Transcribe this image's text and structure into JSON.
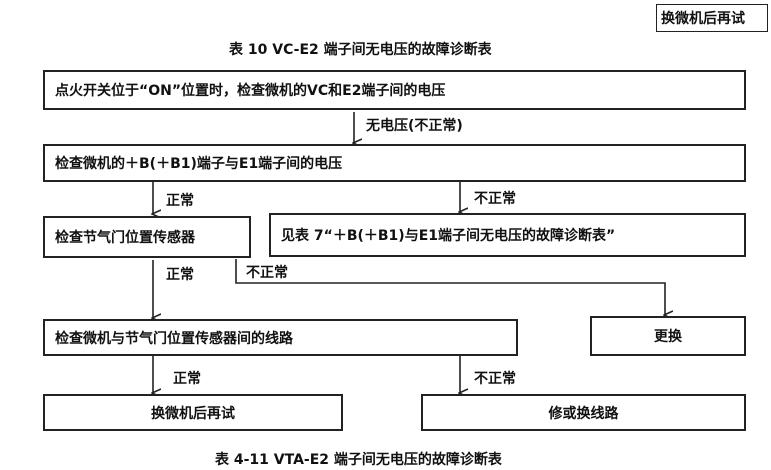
{
  "top_tag": "换微机后再试",
  "top_title": "表 10    VC-E2 端子间无电压的故障诊断表",
  "bottom_title": "表 4-11    VTA-E2 端子间无电压的故障诊断表",
  "boxes": {
    "start": "点火开关位于“ON”位置时，检查微机的VC和E2端子间的电压",
    "check_b1": "检查微机的＋B(＋B1)端子与E1端子间的电压",
    "check_sensor": "检查节气门位置传感器",
    "see_table7": "见表 7“＋B(＋B1)与E1端子间无电压的故障诊断表”",
    "check_wiring": "检查微机与节气门位置传感器间的线路",
    "replace": "更换",
    "retry_ecu": "换微机后再试",
    "repair_wiring": "修或换线路"
  },
  "labels": {
    "no_voltage": "无电压(不正常)",
    "normal_1": "正常",
    "abnormal_1": "不正常",
    "normal_2": "正常",
    "abnormal_2": "不正常",
    "normal_3": "正常",
    "abnormal_3": "不正常"
  }
}
